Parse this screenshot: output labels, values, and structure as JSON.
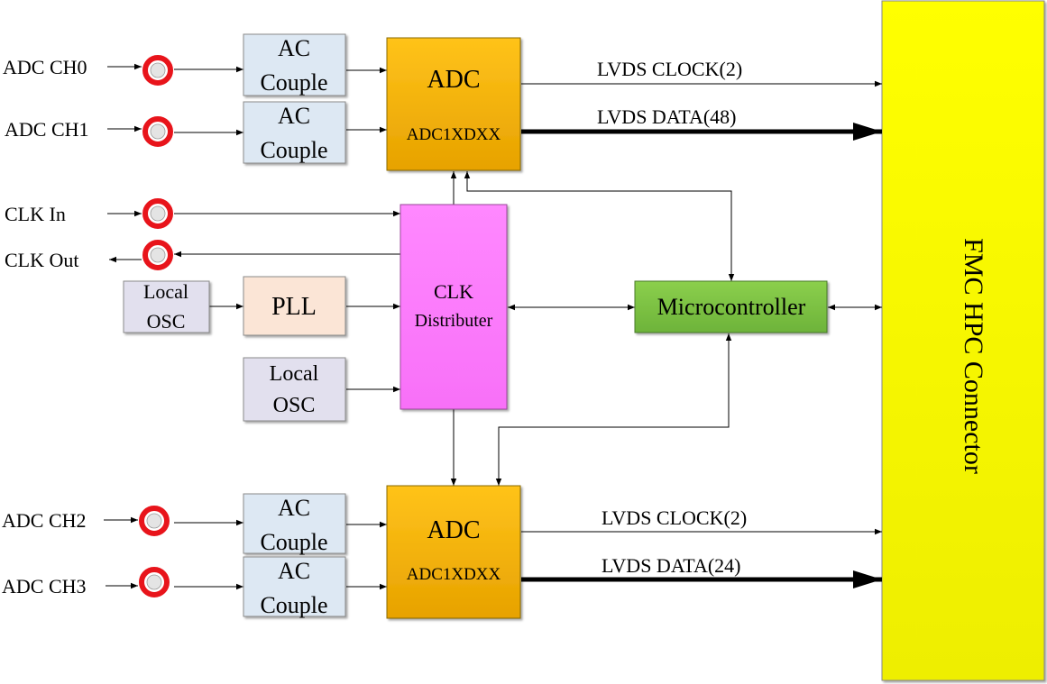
{
  "inputs": {
    "ch0": "ADC CH0",
    "ch1": "ADC CH1",
    "clk_in": "CLK In",
    "clk_out": "CLK Out",
    "ch2": "ADC CH2",
    "ch3": "ADC CH3"
  },
  "blocks": {
    "ac_couple_line1": "AC",
    "ac_couple_line2": "Couple",
    "local_osc_line1": "Local",
    "local_osc_line2": "OSC",
    "pll": "PLL",
    "adc_title": "ADC",
    "adc_part": "ADC1XDXX",
    "clk_dist_line1": "CLK",
    "clk_dist_line2": "Distributer",
    "microcontroller": "Microcontroller",
    "fmc": "FMC HPC Connector"
  },
  "signals": {
    "top_clock": "LVDS CLOCK(2)",
    "top_data": "LVDS DATA(48)",
    "bottom_clock": "LVDS CLOCK(2)",
    "bottom_data": "LVDS DATA(24)"
  },
  "colors": {
    "ac_couple": "#dde8f3",
    "local_osc": "#e2e0ee",
    "pll": "#fbe5d6",
    "adc": "#f6b400",
    "clk_dist": "#ff80ff",
    "microcontroller": "#7ac143",
    "fmc": "#ffff00",
    "connector_ring": "#e8141b"
  }
}
